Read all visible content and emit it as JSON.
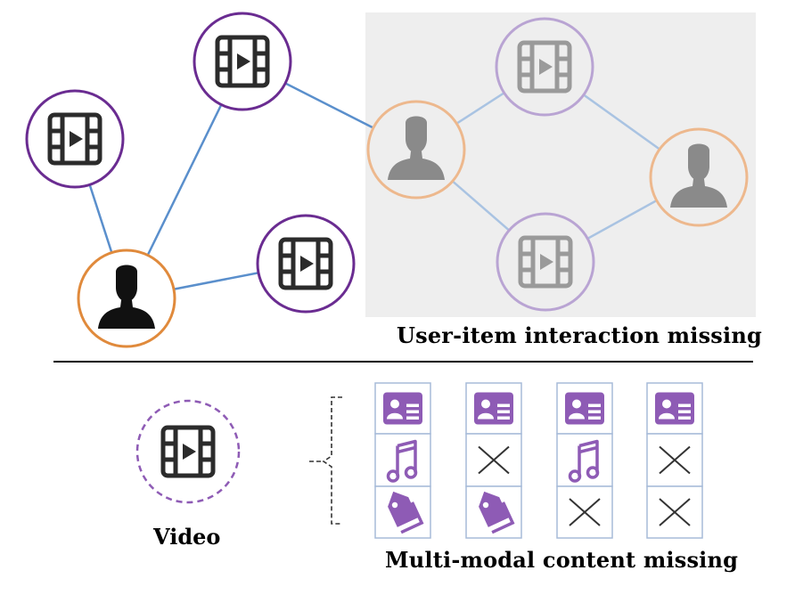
{
  "captions": {
    "interaction_missing": "User-item interaction missing",
    "content_missing": "Multi-modal content missing",
    "video": "Video"
  },
  "icons": {
    "user": "user-silhouette-icon",
    "video": "film-strip-play-icon",
    "profile": "profile-card-icon",
    "audio": "music-note-icon",
    "tag": "tag-icon",
    "missing": "cross-icon"
  },
  "colors": {
    "user_ring": "#E08A3C",
    "video_ring": "#6A2C91",
    "edge": "#5A8FCC",
    "modality_purple": "#8E5BB5",
    "grey_panel": "#EEEEEE"
  },
  "modality_table": {
    "rows": [
      "profile",
      "audio",
      "tag"
    ],
    "columns": [
      {
        "profile": true,
        "audio": true,
        "tag": true
      },
      {
        "profile": true,
        "audio": false,
        "tag": true
      },
      {
        "profile": true,
        "audio": true,
        "tag": false
      },
      {
        "profile": true,
        "audio": false,
        "tag": false
      }
    ]
  }
}
